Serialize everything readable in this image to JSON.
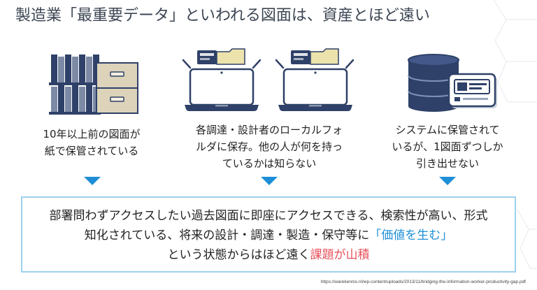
{
  "slide": {
    "title": "製造業「最重要データ」といわれる図面は、資産とほど遠い",
    "columns": [
      {
        "icon": "bookshelf-and-filing-cabinet-icon",
        "caption_lines": [
          "10年以上前の図面が",
          "紙で保管されている"
        ]
      },
      {
        "icon": "laptops-with-local-folders-icon",
        "caption_lines": [
          "各調達・設計者のローカルフォ",
          "ルダに保存。他の人が何を持っ",
          "ているかは知らない"
        ]
      },
      {
        "icon": "database-and-terminal-icon",
        "caption_lines": [
          "システムに保管されて",
          "いるが、1図面ずつしか",
          "引き出せない"
        ]
      }
    ],
    "arrow_icon": "down-triangle-icon",
    "summary": {
      "line1": "部署問わずアクセスしたい過去図面に即座にアクセスできる、検索性が高い、形式",
      "line2": "知化されている、将来の設計・調達・製造・保守等に",
      "line2_highlight": "「価値を生む」",
      "line3": "という状態からはほど遠く",
      "line3_highlight": "課題が山積"
    },
    "source_url": "https://warekennis.nl/wp-content/uploads/2013/11/bridging-the-information-worker-productivity-gap.pdf"
  },
  "colors": {
    "title_text": "#3c4653",
    "body_text": "#222222",
    "accent_blue": "#1e8fd6",
    "highlight_red": "#e8505b",
    "icon_navy": "#2f4168",
    "box_border": "#9fd0ef"
  }
}
